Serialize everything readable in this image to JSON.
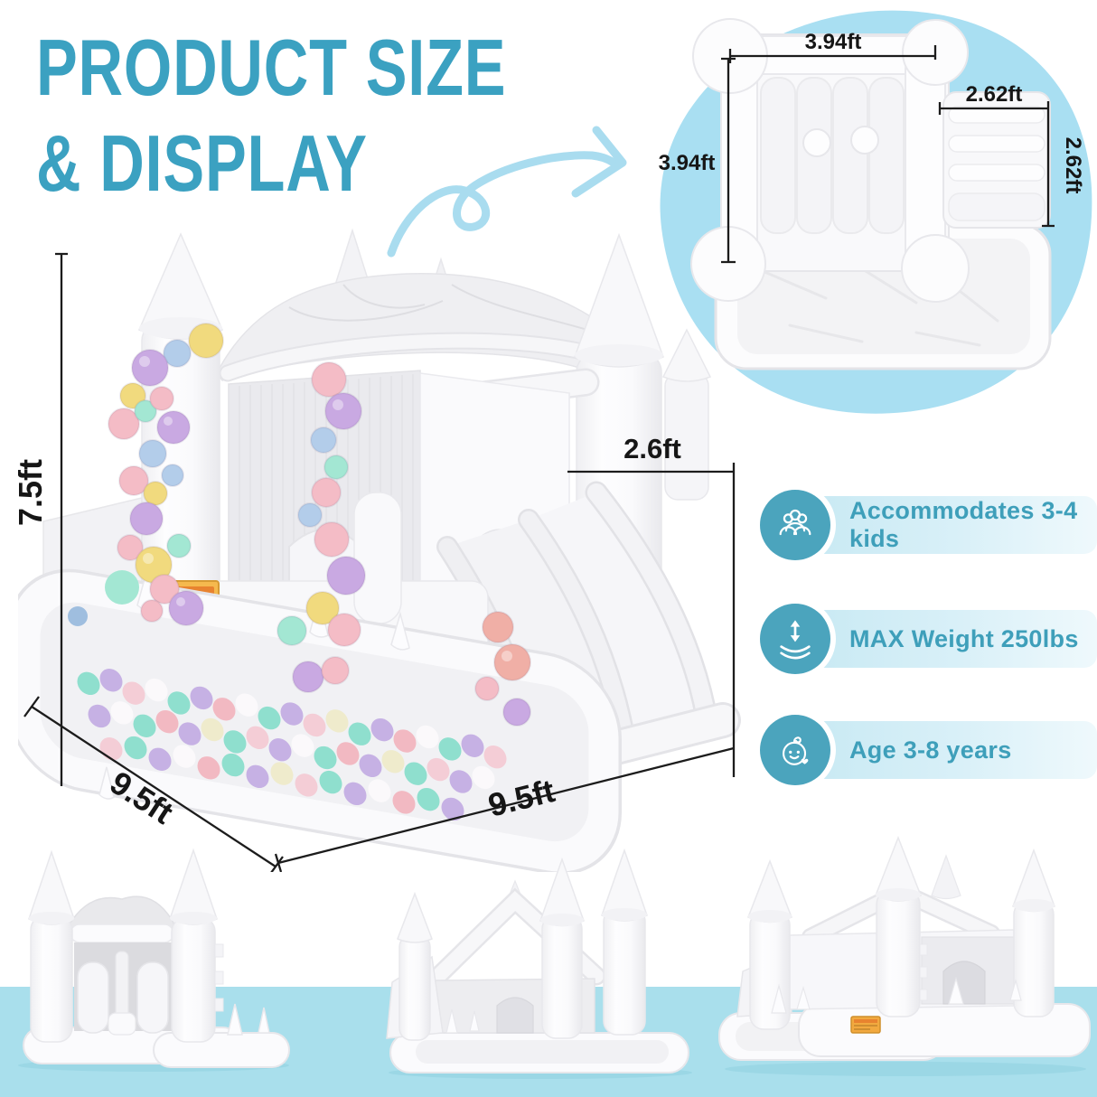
{
  "title": {
    "line1": "PRODUCT SIZE",
    "line2": "& DISPLAY"
  },
  "top_view": {
    "width_label": "3.94ft",
    "depth_label": "3.94ft",
    "slide_width_label": "2.62ft",
    "slide_depth_label": "2.62ft"
  },
  "main_view": {
    "height_label": "7.5ft",
    "side_depth_label": "9.5ft",
    "front_width_label": "9.5ft",
    "slide_height_label": "2.6ft"
  },
  "features": [
    {
      "icon": "kids-group-icon",
      "label": "Accommodates 3-4 kids"
    },
    {
      "icon": "max-weight-icon",
      "label": "MAX Weight 250lbs"
    },
    {
      "icon": "baby-face-icon",
      "label": "Age 3-8 years"
    }
  ],
  "colors": {
    "title_teal": "#3BA1C1",
    "badge_circle_teal": "#4BA4BD",
    "badge_text_teal": "#3E9FBA",
    "badge_band_blue": "#C7E9F3",
    "inset_blob_blue": "#A9DFF2",
    "floor_blue": "#A9DFEC",
    "arrow_blue": "#A9DCEF",
    "dimension_line": "#1C1C1C",
    "warning_label_orange": "#F2A93F",
    "balloon_palette": [
      "#C9A9E2",
      "#F4BCC6",
      "#F0AFA6",
      "#F1DA7E",
      "#B3CDEA",
      "#A3E7D3"
    ],
    "ball_pit_palette": [
      "#F4CDD6",
      "#8FDFCE",
      "#C6B1E4",
      "#FBF9FB",
      "#EFEBCC",
      "#F2B9C2"
    ]
  }
}
